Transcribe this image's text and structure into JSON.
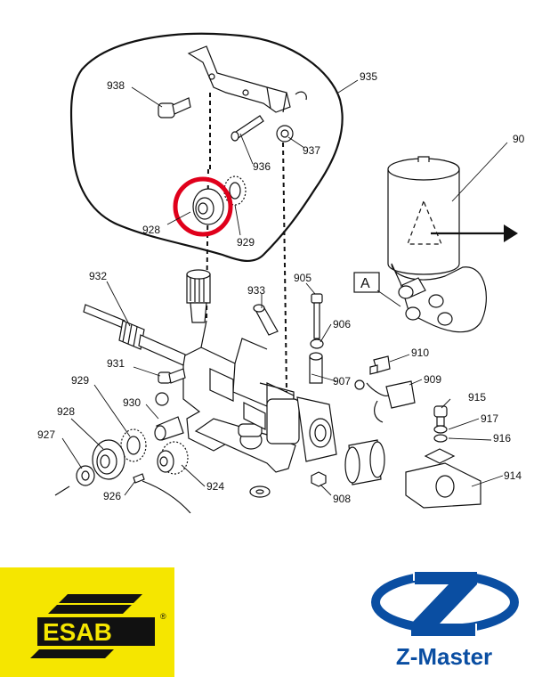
{
  "diagram": {
    "labels": [
      {
        "id": "938",
        "text": "938"
      },
      {
        "id": "935",
        "text": "935"
      },
      {
        "id": "937",
        "text": "937"
      },
      {
        "id": "936",
        "text": "936"
      },
      {
        "id": "928a",
        "text": "928"
      },
      {
        "id": "929a",
        "text": "929"
      },
      {
        "id": "90x",
        "text": "90"
      },
      {
        "id": "932",
        "text": "932"
      },
      {
        "id": "933",
        "text": "933"
      },
      {
        "id": "905",
        "text": "905"
      },
      {
        "id": "A",
        "text": "A"
      },
      {
        "id": "906",
        "text": "906"
      },
      {
        "id": "910",
        "text": "910"
      },
      {
        "id": "931",
        "text": "931"
      },
      {
        "id": "929b",
        "text": "929"
      },
      {
        "id": "907",
        "text": "907"
      },
      {
        "id": "909",
        "text": "909"
      },
      {
        "id": "915",
        "text": "915"
      },
      {
        "id": "930",
        "text": "930"
      },
      {
        "id": "928b",
        "text": "928"
      },
      {
        "id": "917",
        "text": "917"
      },
      {
        "id": "927",
        "text": "927"
      },
      {
        "id": "916",
        "text": "916"
      },
      {
        "id": "924",
        "text": "924"
      },
      {
        "id": "926",
        "text": "926"
      },
      {
        "id": "908",
        "text": "908"
      },
      {
        "id": "914",
        "text": "914"
      }
    ],
    "highlight_color": "#e0001b"
  },
  "logos": {
    "esab": {
      "text": "ESAB",
      "registered": "®",
      "background": "#f5e600"
    },
    "zmaster": {
      "text": "Z-Master",
      "color": "#0a4ea2"
    }
  }
}
